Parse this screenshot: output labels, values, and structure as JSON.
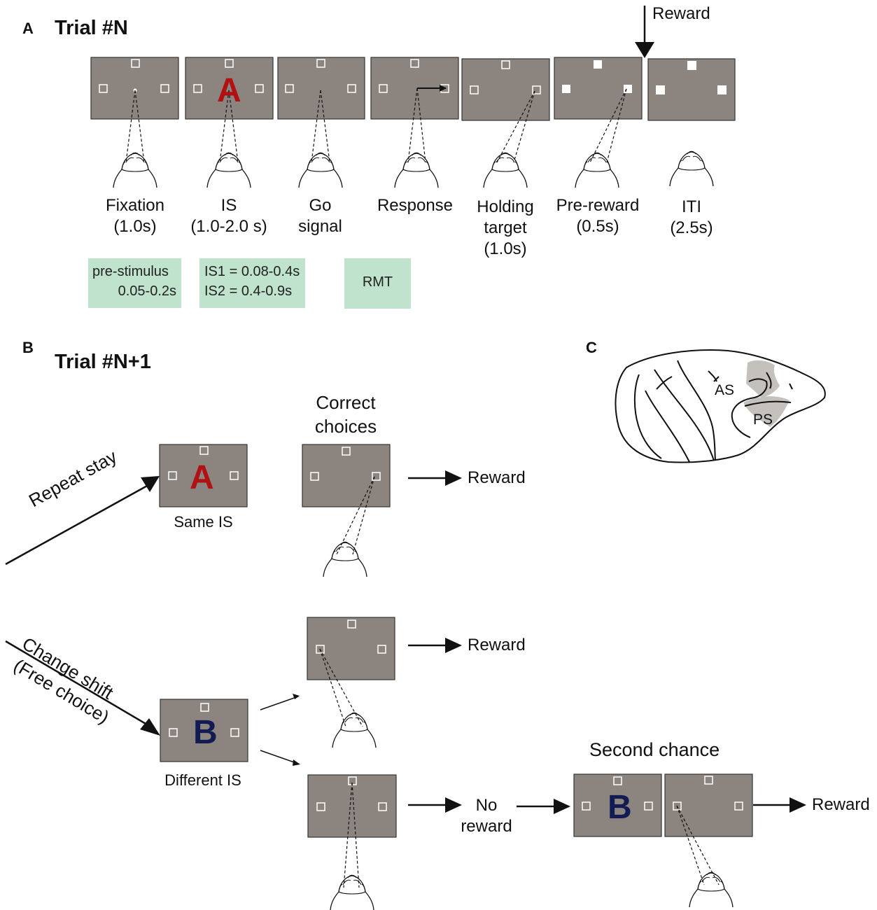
{
  "panel_a": {
    "letter": "A",
    "title": "Trial #N",
    "reward_label": "Reward",
    "stages": [
      {
        "name": "Fixation",
        "detail": "(1.0s)"
      },
      {
        "name": "IS",
        "detail": "(1.0-2.0 s)"
      },
      {
        "name": "Go",
        "detail": "signal"
      },
      {
        "name": "Response",
        "detail": ""
      },
      {
        "name": "Holding",
        "detail": "target",
        "detail2": "(1.0s)"
      },
      {
        "name": "Pre-reward",
        "detail": "(0.5s)"
      },
      {
        "name": "ITI",
        "detail": "(2.5s)"
      }
    ],
    "stimulus_letter": "A",
    "boxes": {
      "prestim_1": "pre-stimulus",
      "prestim_2": "0.05-0.2s",
      "is_1": "IS1 = 0.08-0.4s",
      "is_2": "IS2 = 0.4-0.9s",
      "rmt": "RMT"
    }
  },
  "panel_b": {
    "letter": "B",
    "title": "Trial #N+1",
    "correct_choices_1": "Correct",
    "correct_choices_2": "choices",
    "repeat_stay": "Repeat stay",
    "same_is": "Same IS",
    "stimulus_a": "A",
    "reward_1": "Reward",
    "change_shift": "Change shift",
    "free_choice": "(Free choice)",
    "stimulus_b": "B",
    "different_is": "Different IS",
    "reward_2": "Reward",
    "no_reward_1": "No",
    "no_reward_2": "reward",
    "second_chance": "Second chance",
    "stimulus_b2": "B",
    "reward_3": "Reward"
  },
  "panel_c": {
    "letter": "C",
    "as_label": "AS",
    "ps_label": "PS"
  },
  "colors": {
    "screen": "#8c847e",
    "letter_a": "#b01214",
    "letter_b": "#131c52",
    "timing_box": "#bfe3cc",
    "brain_region": "#c4c1bc"
  }
}
